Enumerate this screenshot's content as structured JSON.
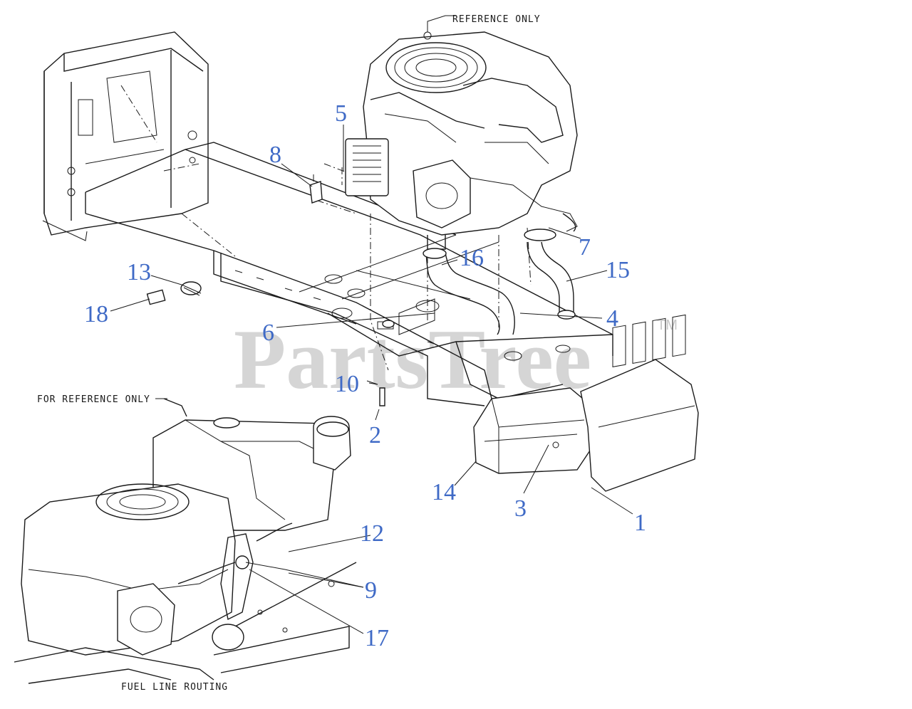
{
  "notes": {
    "reference_only": "REFERENCE ONLY",
    "for_reference_only": "FOR REFERENCE ONLY",
    "fuel_line_routing": "FUEL LINE ROUTING"
  },
  "watermark": {
    "text": "PartsTree",
    "tm": "TM"
  },
  "callouts": [
    "1",
    "2",
    "3",
    "4",
    "5",
    "6",
    "7",
    "8",
    "9",
    "10",
    "12",
    "13",
    "14",
    "15",
    "16",
    "17",
    "18"
  ],
  "colors": {
    "callout": "#3f6ac6",
    "line": "#1a1a1a",
    "watermark": "#c8c8c8"
  }
}
